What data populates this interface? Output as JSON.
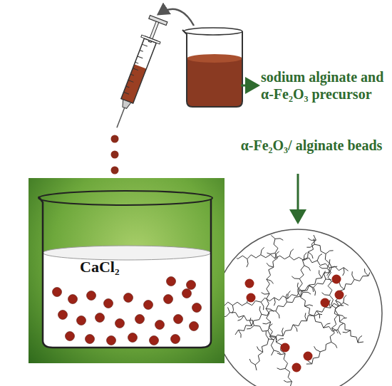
{
  "diagram": {
    "nodes": [
      {
        "text": [
          "CaCl₂"
        ]
      }
    ],
    "labels": [
      "sodium alginate and α-Fe₂O₃ precursor",
      "α-Fe₂O₃/ alginate beads"
    ]
  }
}
